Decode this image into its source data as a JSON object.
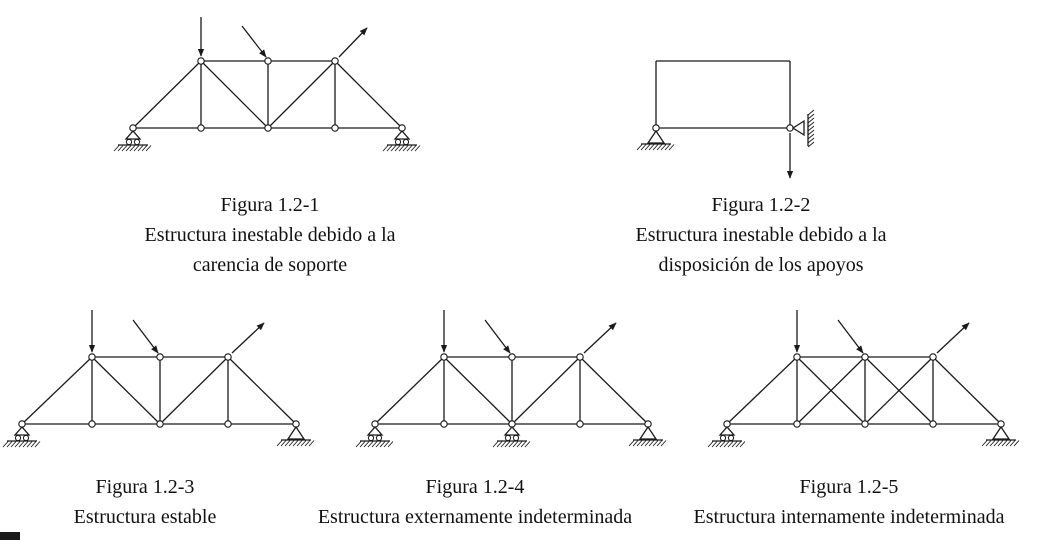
{
  "figures": [
    {
      "label": "Figura 1.2-1",
      "lines": [
        "Estructura inestable debido a la",
        "carencia de soporte"
      ]
    },
    {
      "label": "Figura 1.2-2",
      "lines": [
        "Estructura inestable debido a la",
        "disposición de los apoyos"
      ]
    },
    {
      "label": "Figura 1.2-3",
      "lines": [
        "Estructura estable"
      ]
    },
    {
      "label": "Figura 1.2-4",
      "lines": [
        "Estructura externamente indeterminada"
      ]
    },
    {
      "label": "Figura 1.2-5",
      "lines": [
        "Estructura internamente indeterminada"
      ]
    }
  ],
  "colors": {
    "ink": "#1a1a1a",
    "background": "#ffffff"
  }
}
